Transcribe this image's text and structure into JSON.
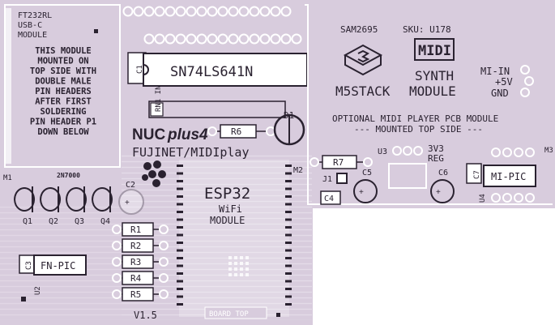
{
  "colors": {
    "board": "#d8ccdd",
    "trace": "#f2eef4",
    "silk": "#2a2230",
    "white": "#ffffff"
  },
  "ft232": {
    "header": [
      "FT232RL",
      "USB-C",
      "MODULE"
    ],
    "note": [
      "THIS MODULE",
      "MOUNTED ON",
      "TOP SIDE WITH",
      "DOUBLE MALE",
      "PIN HEADERS",
      "AFTER FIRST",
      "SOLDERING",
      "PIN HEADER P1",
      "DOWN BELOW"
    ]
  },
  "sn74": {
    "label": "SN74LS641N",
    "cap": "C1"
  },
  "rn1": "RN1 IN",
  "brand": {
    "nuc": "NUC",
    "plus": "plus4",
    "fujinet": "FUJINET/MIDIplay"
  },
  "parts": {
    "r6": "R6",
    "d1": "D1",
    "m2": "M2",
    "m1": "M1",
    "c2": "C2",
    "q_type": "2N7000",
    "q": [
      "Q1",
      "Q2",
      "Q3",
      "Q4"
    ],
    "r": [
      "R1",
      "R2",
      "R3",
      "R4",
      "R5"
    ],
    "c3": "C3",
    "fn_pic": "FN-PIC",
    "u2": "U2",
    "version": "V1.5",
    "board_top": "BOARD TOP"
  },
  "esp32": [
    "ESP32",
    "WiFi",
    "MODULE"
  ],
  "synth": {
    "sam": "SAM2695",
    "sku": "SKU: U178",
    "midi_logo": "MIDI",
    "m5stack": "M5STACK",
    "title": [
      "SYNTH",
      "MODULE"
    ],
    "pins": [
      "MI-IN",
      "+5V",
      "GND"
    ],
    "optional": [
      "OPTIONAL MIDI PLAYER PCB MODULE",
      "--- MOUNTED TOP SIDE ---"
    ],
    "r7": "R7",
    "j1": "J1",
    "c4": "C4",
    "c5": "C5",
    "c6": "C6",
    "u3": "U3",
    "reg": [
      "3V3",
      "REG"
    ],
    "c7": "C7",
    "mi_pic": "MI-PIC",
    "u4": "U4",
    "m3": "M3"
  }
}
